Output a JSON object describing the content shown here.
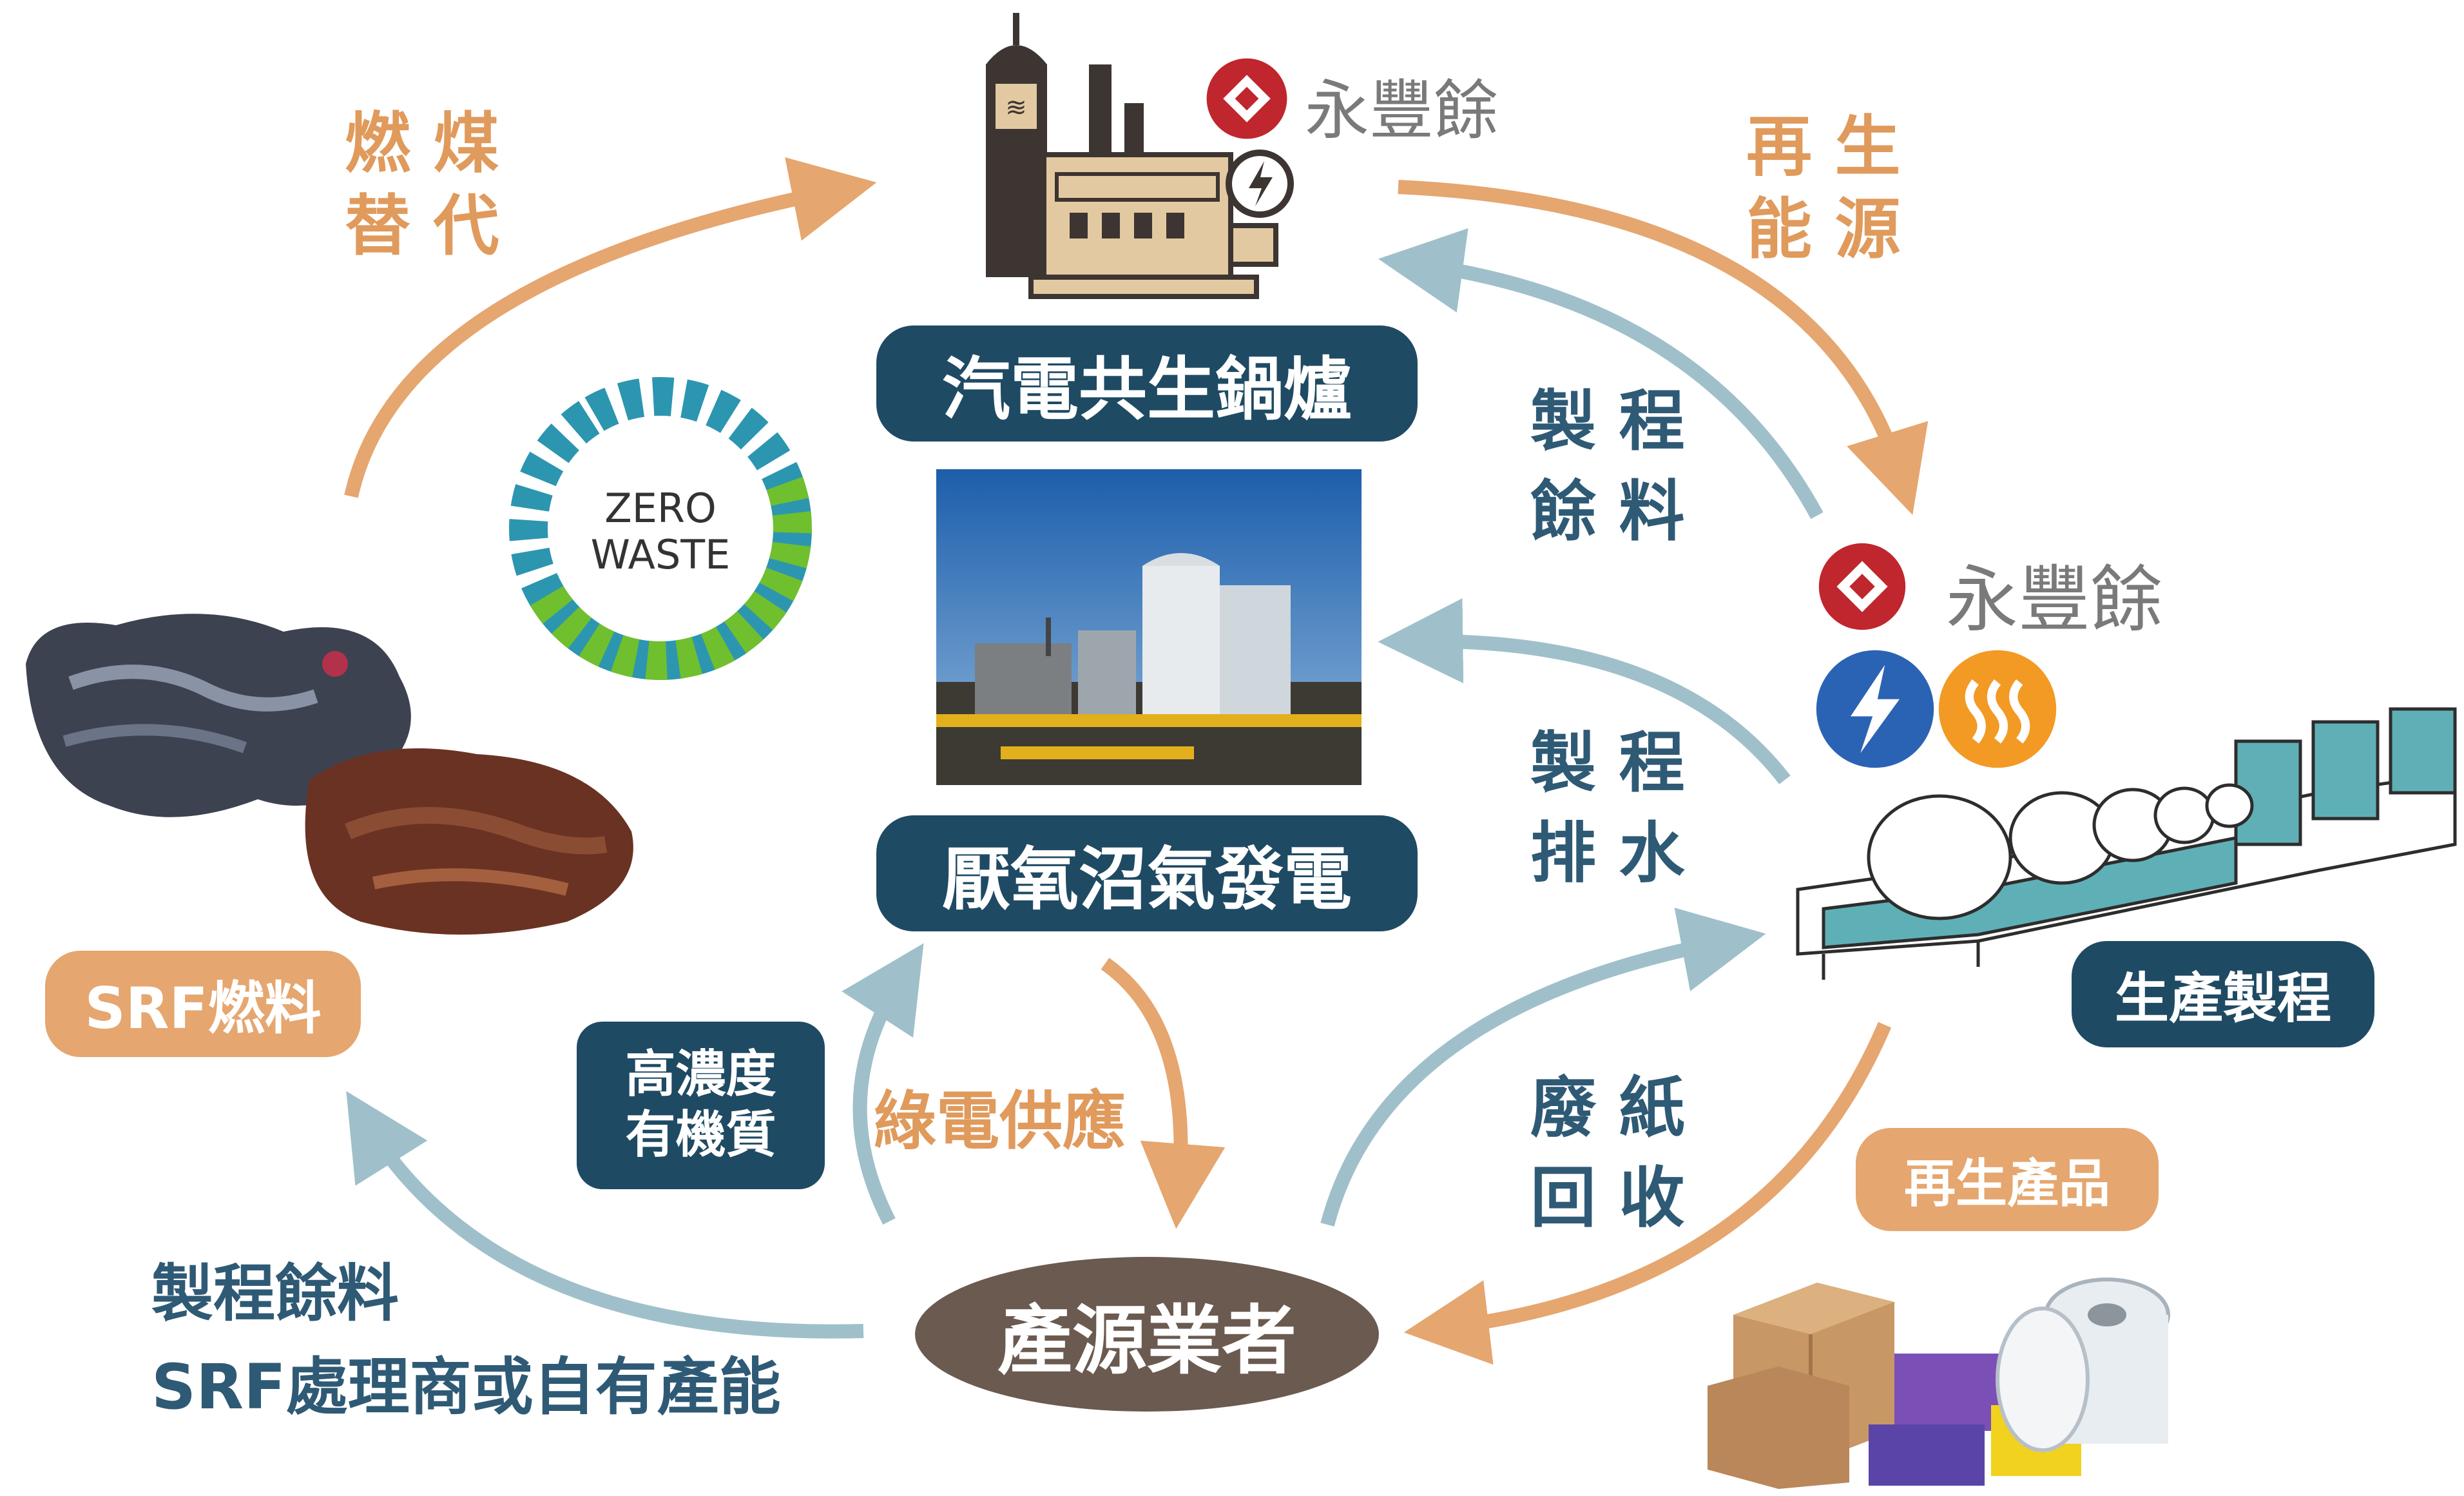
{
  "colors": {
    "orange": "#e5a66f",
    "blue_gray": "#9fc0ca",
    "navy": "#1f4a63",
    "brown": "#6b5a50",
    "logo_red": "#c0262d",
    "icon_blue": "#2b63b4",
    "icon_orange": "#f29a24"
  },
  "brand": {
    "name": "永豐餘"
  },
  "nodes": {
    "boiler": "汽電共生鍋爐",
    "biogas": "厭氧沼氣發電",
    "producer": "產源業者",
    "srf_fuel": "SRF燃料",
    "production": "生產製程",
    "recycled_products": "再生產品",
    "high_conc": [
      "高濃度",
      "有機質"
    ]
  },
  "flows": {
    "coal_replace": [
      "燃 煤",
      "替 代"
    ],
    "renewable": [
      "再 生",
      "能 源"
    ],
    "process_residue": [
      "製 程",
      "餘 料"
    ],
    "process_wastewater": [
      "製 程",
      "排 水"
    ],
    "waste_paper": [
      "廢 紙",
      "回 收"
    ],
    "green_power": "綠電供應",
    "bottom_left": [
      "製程餘料",
      "SRF處理商或自有產能"
    ]
  },
  "zero_waste": [
    "ZERO",
    "WASTE"
  ],
  "icons": [
    "factory-icon",
    "bolt-icon",
    "steam-icon",
    "zero-waste-ring-icon",
    "plant-photo",
    "srf-fuel-photo",
    "paper-machine-icon",
    "products-photo"
  ]
}
